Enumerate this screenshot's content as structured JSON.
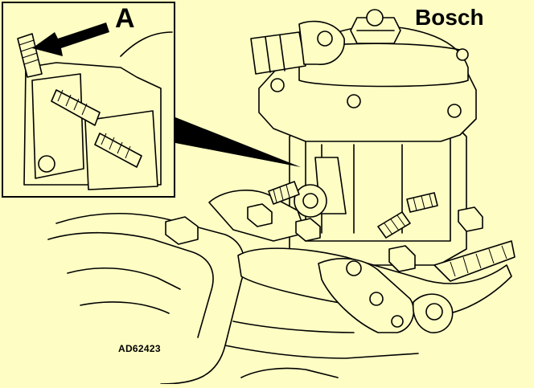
{
  "labels": {
    "brand": "Bosch",
    "callout": "A",
    "figure_code": "AD62423"
  },
  "colors": {
    "background": "#fdfdc4",
    "ink": "#000000"
  }
}
